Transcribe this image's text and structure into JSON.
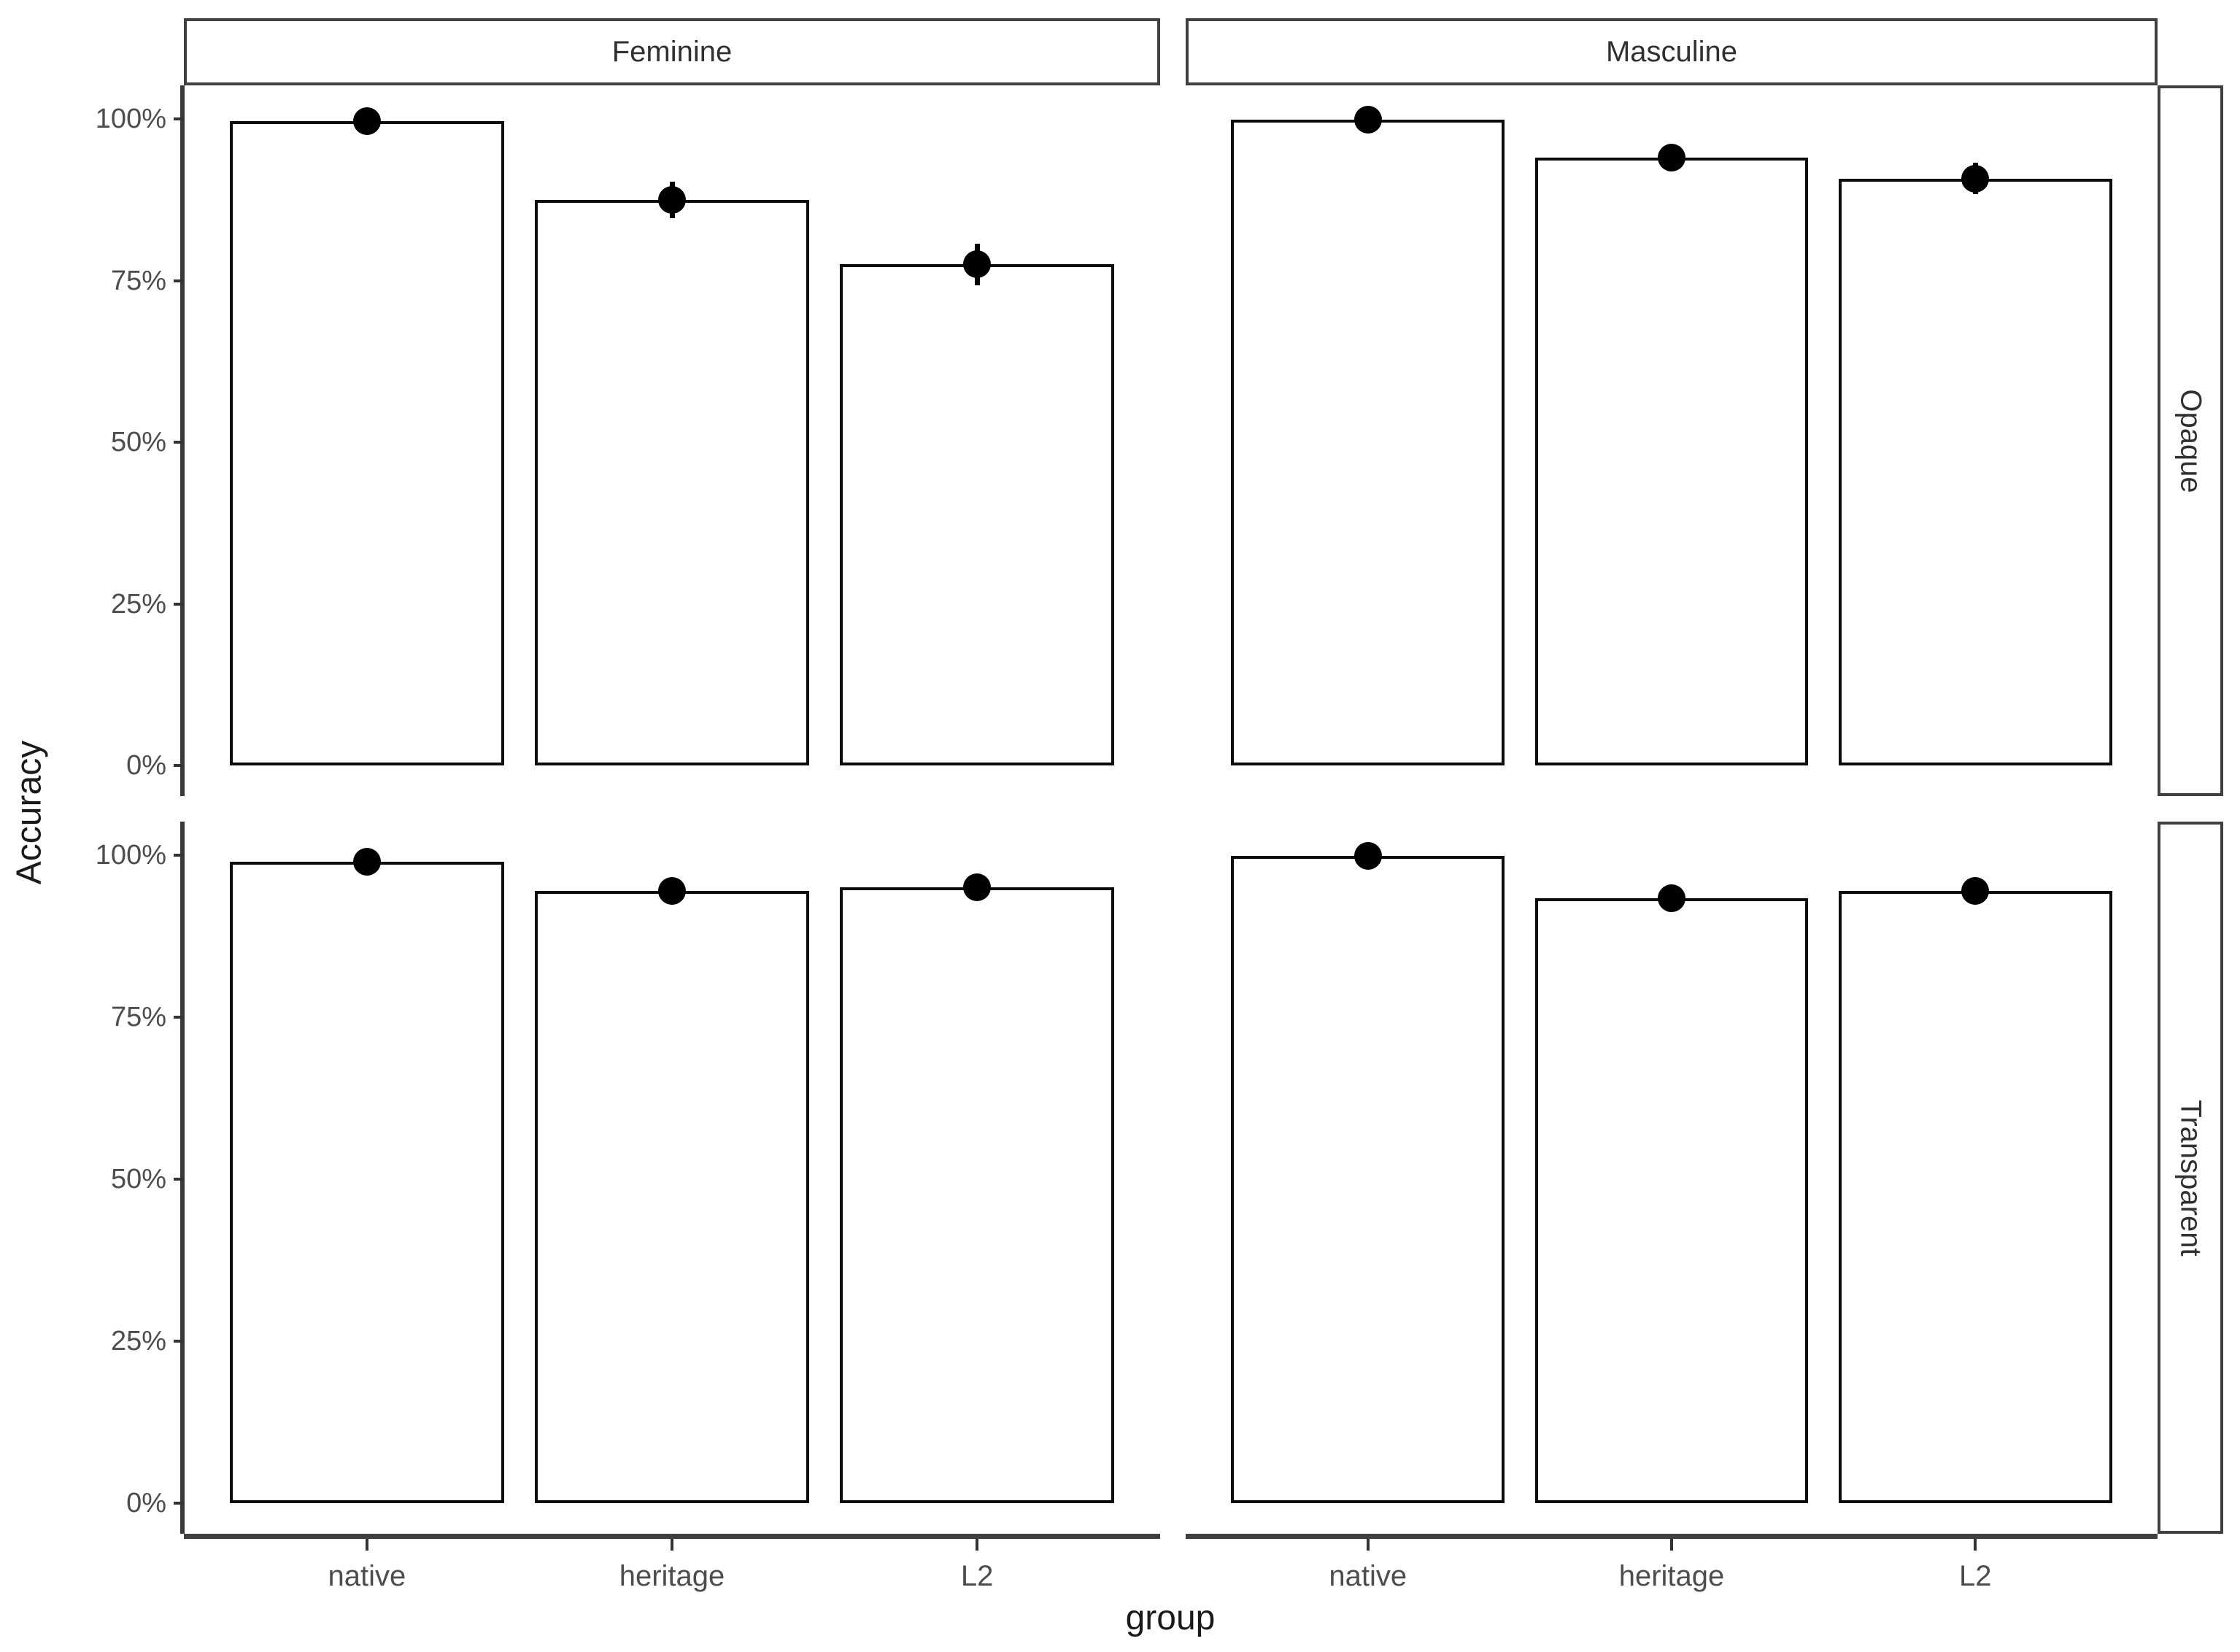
{
  "chart_data": {
    "type": "bar",
    "title": "",
    "xlabel": "group",
    "ylabel": "Accuracy",
    "categories": [
      "native",
      "heritage",
      "L2"
    ],
    "facet_columns": [
      "Feminine",
      "Masculine"
    ],
    "facet_rows": [
      "Opaque",
      "Transparent"
    ],
    "y_ticks": [
      {
        "label": "100%",
        "value": 100
      },
      {
        "label": "75%",
        "value": 75
      },
      {
        "label": "50%",
        "value": 50
      },
      {
        "label": "25%",
        "value": 25
      },
      {
        "label": "0%",
        "value": 0
      }
    ],
    "ylim": [
      0,
      100
    ],
    "grid": "off",
    "legend": "none",
    "marker": "black point with vertical error bar at top of each bar",
    "series": [
      {
        "facet_row": "Opaque",
        "facet_col": "Feminine",
        "values": [
          99.7,
          87.5,
          77.5
        ],
        "ci_low": [
          98.9,
          84.7,
          74.3
        ],
        "ci_high": [
          100.0,
          90.3,
          80.7
        ]
      },
      {
        "facet_row": "Opaque",
        "facet_col": "Masculine",
        "values": [
          99.9,
          94.0,
          90.8
        ],
        "ci_low": [
          99.3,
          92.2,
          88.4
        ],
        "ci_high": [
          100.0,
          95.8,
          93.2
        ]
      },
      {
        "facet_row": "Transparent",
        "facet_col": "Feminine",
        "values": [
          99.0,
          94.5,
          95.0
        ],
        "ci_low": [
          97.8,
          92.9,
          93.4
        ],
        "ci_high": [
          100.0,
          96.1,
          96.6
        ]
      },
      {
        "facet_row": "Transparent",
        "facet_col": "Masculine",
        "values": [
          99.9,
          93.4,
          94.5
        ],
        "ci_low": [
          99.2,
          91.4,
          92.8
        ],
        "ci_high": [
          100.0,
          95.4,
          96.2
        ]
      }
    ],
    "colors": {
      "bar_fill": "#ffffff",
      "bar_stroke": "#0b0b0b",
      "point": "#000000",
      "axis_line": "#3a3a3a",
      "strip_border": "#404040",
      "strip_fill": "#ffffff",
      "tick_text": "#4d4d4d",
      "title_text": "#1a1a1a"
    }
  }
}
